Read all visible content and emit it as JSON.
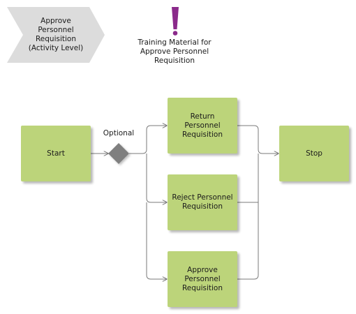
{
  "process_header": {
    "text": "Approve\nPersonnel\nRequisition\n(Activity Level)",
    "color": "#dcdcdc"
  },
  "training_note": {
    "icon": "exclamation-icon",
    "color": "#8b2a8b",
    "text": "Training Material for\nApprove Personnel\nRequisition"
  },
  "gateway": {
    "label": "Optional",
    "color": "#7f7f7f"
  },
  "activities": {
    "start": "Start",
    "return": "Return\nPersonnel\nRequisition",
    "reject": "Reject Personnel\nRequisition",
    "approve": "Approve\nPersonnel\nRequisition",
    "stop": "Stop"
  },
  "colors": {
    "activity_fill": "#bcd47a",
    "connector": "#7a7a7a"
  }
}
